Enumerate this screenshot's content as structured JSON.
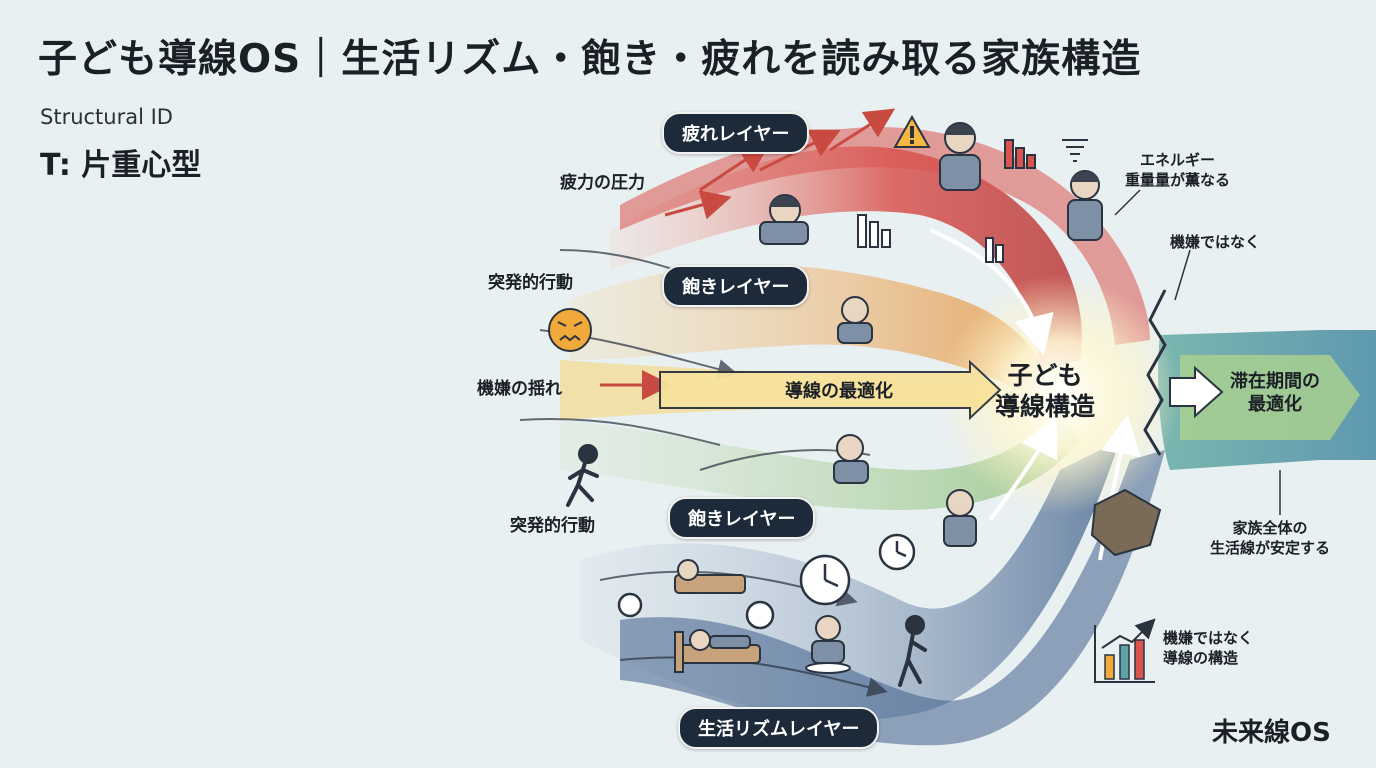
{
  "header": {
    "title": "子ども導線OS｜生活リズム・飽き・疲れを読み取る家族構造",
    "structural_id_label": "Structural ID",
    "structural_id_value": "T: 片重心型"
  },
  "layers": {
    "fatigue": "疲れレイヤー",
    "boredom_top": "飽きレイヤー",
    "boredom_bottom": "飽きレイヤー",
    "rhythm": "生活リズムレイヤー"
  },
  "labels": {
    "fatigue_pressure": "疲力の圧力",
    "impulsive_top": "突発的行動",
    "mood_swing": "機嫌の揺れ",
    "impulsive_bottom": "突発的行動",
    "flow_optimization": "導線の最適化",
    "center_line1": "子ども",
    "center_line2": "導線構造",
    "energy_line1": "エネルギー",
    "energy_line2": "重量量が薫なる",
    "not_mood": "機嫌ではなく",
    "exit_line1": "滞在期間の",
    "exit_line2": "最適化",
    "family_line1": "家族全体の",
    "family_line2": "生活線が安定する",
    "structure_line1": "機嫌ではなく",
    "structure_line2": "導線の構造"
  },
  "footer": {
    "brand": "未来線OS"
  },
  "icons": [
    "warning-icon",
    "tired-child-icon",
    "bar-chart-icon",
    "tornado-icon",
    "angry-face-icon",
    "thinking-child-icon",
    "running-child-icon",
    "clock-icon",
    "sleeping-child-icon",
    "eating-child-icon",
    "walking-child-icon",
    "growth-chart-icon",
    "rock-icon"
  ],
  "colors": {
    "fatigue": "#d9534f",
    "boredom": "#e8a85a",
    "green": "#8cbf7a",
    "rhythm": "#3f5f8a",
    "exit": "#5fa3a8",
    "pill": "#1c2a3a"
  }
}
